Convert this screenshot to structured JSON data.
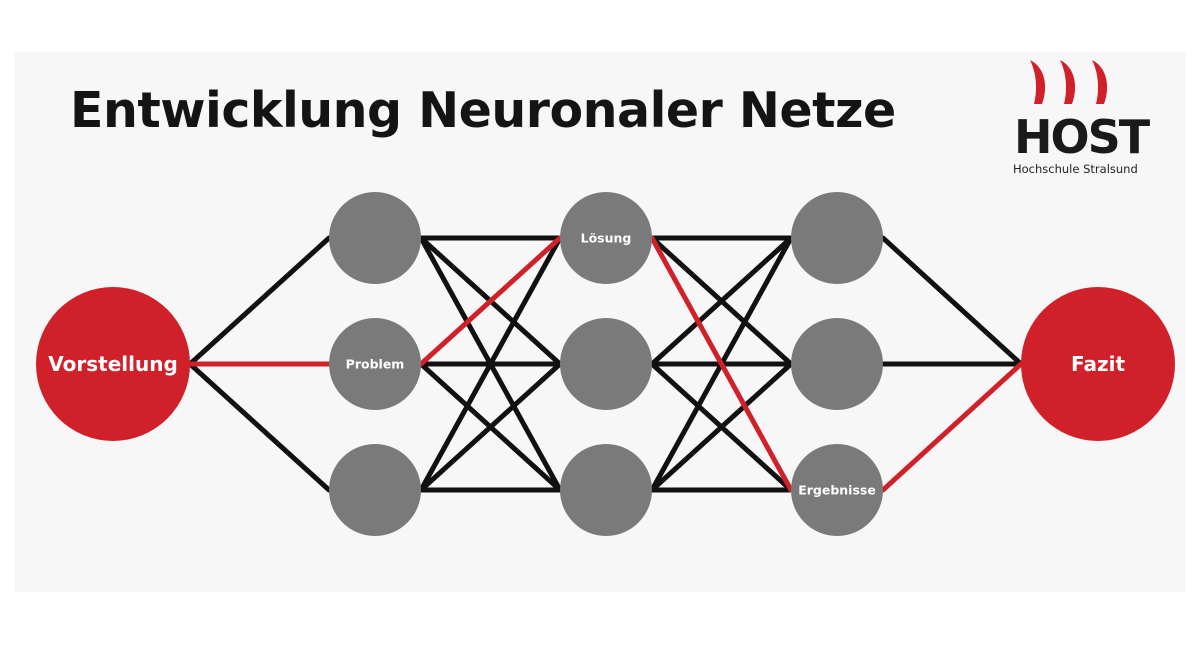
{
  "title": "Entwicklung Neuronaler Netze",
  "logo": {
    "name": "HOST",
    "subtitle": "Hochschule Stralsund"
  },
  "colors": {
    "accent_red": "#d0202a",
    "node_gray": "#7a7a7a",
    "edge_black": "#111111"
  },
  "nodes": [
    {
      "id": "vorstellung",
      "label": "Vorstellung",
      "kind": "red"
    },
    {
      "id": "l1a",
      "label": "",
      "kind": "gray"
    },
    {
      "id": "problem",
      "label": "Problem",
      "kind": "gray"
    },
    {
      "id": "l1c",
      "label": "",
      "kind": "gray"
    },
    {
      "id": "loesung",
      "label": "Lösung",
      "kind": "gray"
    },
    {
      "id": "l2b",
      "label": "",
      "kind": "gray"
    },
    {
      "id": "l2c",
      "label": "",
      "kind": "gray"
    },
    {
      "id": "l3a",
      "label": "",
      "kind": "gray"
    },
    {
      "id": "l3b",
      "label": "",
      "kind": "gray"
    },
    {
      "id": "ergebnisse",
      "label": "Ergebnisse",
      "kind": "gray"
    },
    {
      "id": "fazit",
      "label": "Fazit",
      "kind": "red"
    }
  ],
  "highlighted_path": [
    "vorstellung",
    "problem",
    "loesung",
    "ergebnisse",
    "fazit"
  ]
}
